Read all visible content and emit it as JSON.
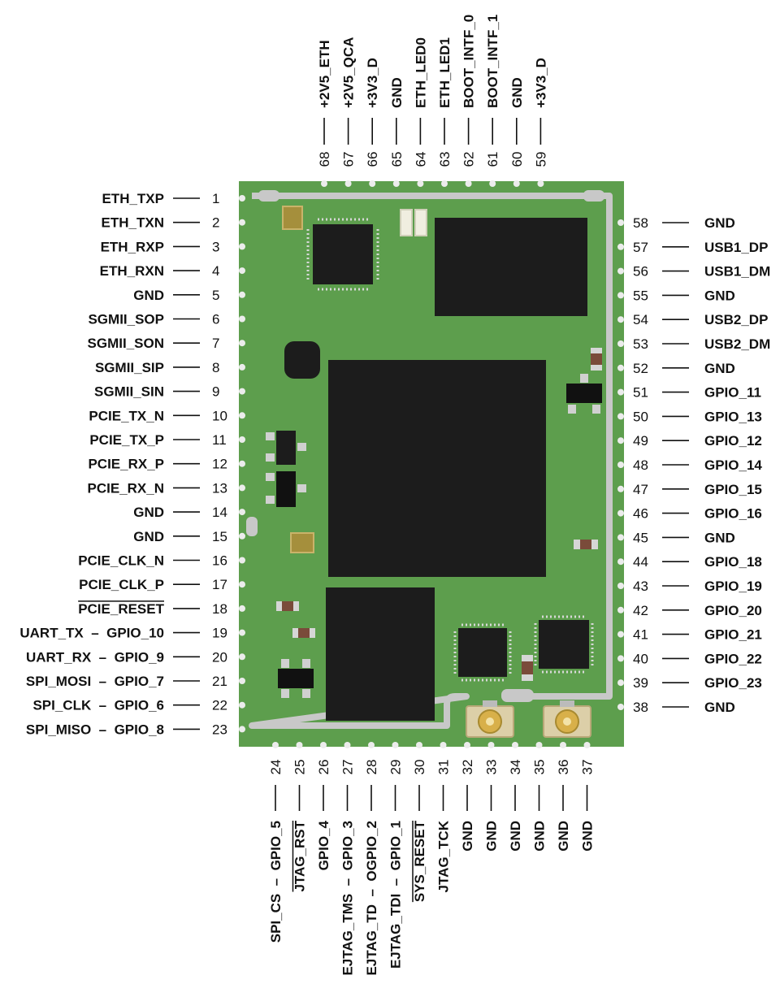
{
  "colors": {
    "pcb": "#5d9e4d",
    "trace": "#c8c8c8",
    "chip": "#1c1c1c",
    "pad": "#d8d8d8",
    "gold": "#d8b04a"
  },
  "pins": {
    "left": [
      {
        "num": "1",
        "label": "ETH_TXP"
      },
      {
        "num": "2",
        "label": "ETH_TXN"
      },
      {
        "num": "3",
        "label": "ETH_RXP"
      },
      {
        "num": "4",
        "label": "ETH_RXN"
      },
      {
        "num": "5",
        "label": "GND"
      },
      {
        "num": "6",
        "label": "SGMII_SOP"
      },
      {
        "num": "7",
        "label": "SGMII_SON"
      },
      {
        "num": "8",
        "label": "SGMII_SIP"
      },
      {
        "num": "9",
        "label": "SGMII_SIN"
      },
      {
        "num": "10",
        "label": "PCIE_TX_N"
      },
      {
        "num": "11",
        "label": "PCIE_TX_P"
      },
      {
        "num": "12",
        "label": "PCIE_RX_P"
      },
      {
        "num": "13",
        "label": "PCIE_RX_N"
      },
      {
        "num": "14",
        "label": "GND"
      },
      {
        "num": "15",
        "label": "GND"
      },
      {
        "num": "16",
        "label": "PCIE_CLK_N"
      },
      {
        "num": "17",
        "label": "PCIE_CLK_P"
      },
      {
        "num": "18",
        "label": "PCIE_RESET",
        "overline": true
      },
      {
        "num": "19",
        "label": "UART_TX  –  GPIO_10"
      },
      {
        "num": "20",
        "label": "UART_RX  –  GPIO_9"
      },
      {
        "num": "21",
        "label": "SPI_MOSI  –  GPIO_7"
      },
      {
        "num": "22",
        "label": "SPI_CLK  –  GPIO_6"
      },
      {
        "num": "23",
        "label": "SPI_MISO  –  GPIO_8"
      }
    ],
    "right": [
      {
        "num": "58",
        "label": "GND"
      },
      {
        "num": "57",
        "label": "USB1_DP"
      },
      {
        "num": "56",
        "label": "USB1_DM"
      },
      {
        "num": "55",
        "label": "GND"
      },
      {
        "num": "54",
        "label": "USB2_DP"
      },
      {
        "num": "53",
        "label": "USB2_DM"
      },
      {
        "num": "52",
        "label": "GND"
      },
      {
        "num": "51",
        "label": "GPIO_11"
      },
      {
        "num": "50",
        "label": "GPIO_13"
      },
      {
        "num": "49",
        "label": "GPIO_12"
      },
      {
        "num": "48",
        "label": "GPIO_14"
      },
      {
        "num": "47",
        "label": "GPIO_15"
      },
      {
        "num": "46",
        "label": "GPIO_16"
      },
      {
        "num": "45",
        "label": "GND"
      },
      {
        "num": "44",
        "label": "GPIO_18"
      },
      {
        "num": "43",
        "label": "GPIO_19"
      },
      {
        "num": "42",
        "label": "GPIO_20"
      },
      {
        "num": "41",
        "label": "GPIO_21"
      },
      {
        "num": "40",
        "label": "GPIO_22"
      },
      {
        "num": "39",
        "label": "GPIO_23"
      },
      {
        "num": "38",
        "label": "GND"
      }
    ],
    "top": [
      {
        "num": "68",
        "label": "+2V5_ETH"
      },
      {
        "num": "67",
        "label": "+2V5_QCA"
      },
      {
        "num": "66",
        "label": "+3V3_D"
      },
      {
        "num": "65",
        "label": "GND"
      },
      {
        "num": "64",
        "label": "ETH_LED0"
      },
      {
        "num": "63",
        "label": "ETH_LED1"
      },
      {
        "num": "62",
        "label": "BOOT_INTF_0"
      },
      {
        "num": "61",
        "label": "BOOT_INTF_1"
      },
      {
        "num": "60",
        "label": "GND"
      },
      {
        "num": "59",
        "label": "+3V3_D"
      }
    ],
    "bottom": [
      {
        "num": "24",
        "label": "SPI_CS  –  GPIO_5"
      },
      {
        "num": "25",
        "label": "JTAG_RST",
        "overline": true
      },
      {
        "num": "26",
        "label": "GPIO_4"
      },
      {
        "num": "27",
        "label": "EJTAG_TMS  –  GPIO_3"
      },
      {
        "num": "28",
        "label": "EJTAG_TD  –  OGPIO_2"
      },
      {
        "num": "29",
        "label": "EJTAG_TDI  –  GPIO_1"
      },
      {
        "num": "30",
        "label": "SYS_RESET",
        "overline": true
      },
      {
        "num": "31",
        "label": "JTAG_TCK"
      },
      {
        "num": "32",
        "label": "GND"
      },
      {
        "num": "33",
        "label": "GND"
      },
      {
        "num": "34",
        "label": "GND"
      },
      {
        "num": "35",
        "label": "GND"
      },
      {
        "num": "36",
        "label": "GND"
      },
      {
        "num": "37",
        "label": "GND"
      }
    ]
  }
}
